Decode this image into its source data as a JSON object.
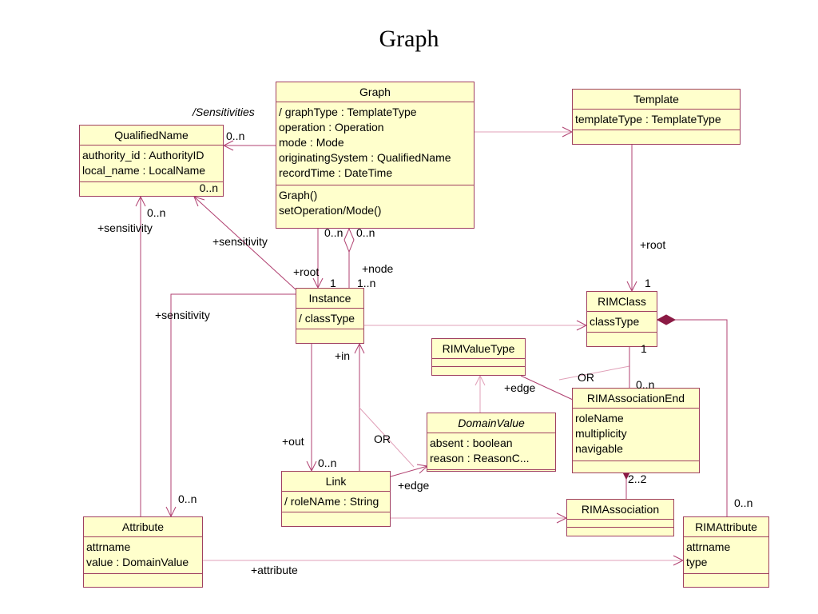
{
  "title": "Graph",
  "classes": {
    "graph": {
      "name": "Graph",
      "attributes": [
        "/ graphType : TemplateType",
        "operation : Operation",
        "mode : Mode",
        "originatingSystem : QualifiedName",
        "recordTime : DateTime"
      ],
      "operations": [
        "Graph()",
        "setOperation/Mode()"
      ]
    },
    "template": {
      "name": "Template",
      "attributes": [
        "templateType : TemplateType"
      ]
    },
    "qualified_name": {
      "name": "QualifiedName",
      "attributes": [
        "authority_id : AuthorityID",
        "local_name : LocalName"
      ],
      "footer": "0..n"
    },
    "instance": {
      "name": "Instance",
      "attributes": [
        "/ classType"
      ]
    },
    "rim_class": {
      "name": "RIMClass",
      "attributes": [
        "classType"
      ]
    },
    "rim_value_type": {
      "name": "RIMValueType"
    },
    "domain_value": {
      "name": "DomainValue",
      "attributes": [
        "absent : boolean",
        "reason : ReasonC..."
      ]
    },
    "rim_association_end": {
      "name": "RIMAssociationEnd",
      "attributes": [
        "roleName",
        "multiplicity",
        "navigable"
      ]
    },
    "link": {
      "name": "Link",
      "attributes": [
        "/ roleNAme : String"
      ]
    },
    "rim_association": {
      "name": "RIMAssociation"
    },
    "attribute": {
      "name": "Attribute",
      "attributes": [
        "attrname",
        "value : DomainValue"
      ]
    },
    "rim_attribute": {
      "name": "RIMAttribute",
      "attributes": [
        "attrname",
        "type"
      ]
    }
  },
  "labels": {
    "sensitivities": "/Sensitivities",
    "qn_mult": "0..n",
    "qn_bottom_mult": "0..n",
    "sensitivity_left": "+sensitivity",
    "sensitivity_mid": "+sensitivity",
    "sensitivity_attr": "+sensitivity",
    "graph_root_mult": "0..n",
    "graph_node_mult": "0..n",
    "root": "+root",
    "node": "+node",
    "root_mult_1": "1",
    "node_mult": "1..n",
    "template_root": "+root",
    "rimclass_mult_top": "1",
    "rimclass_mult_bottom": "1",
    "in": "+in",
    "or_top": "OR",
    "edge_top": "+edge",
    "assoc_end_mult": "0..n",
    "out": "+out",
    "or_mid": "OR",
    "link_mult": "0..n",
    "edge_link": "+edge",
    "assoc_mult": "2..2",
    "attr_mult": "0..n",
    "rimattr_mult": "0..n",
    "attribute_role": "+attribute"
  },
  "colors": {
    "line": "#b04070",
    "box_fill": "#ffffcc",
    "diamond": "#8b1a44"
  }
}
